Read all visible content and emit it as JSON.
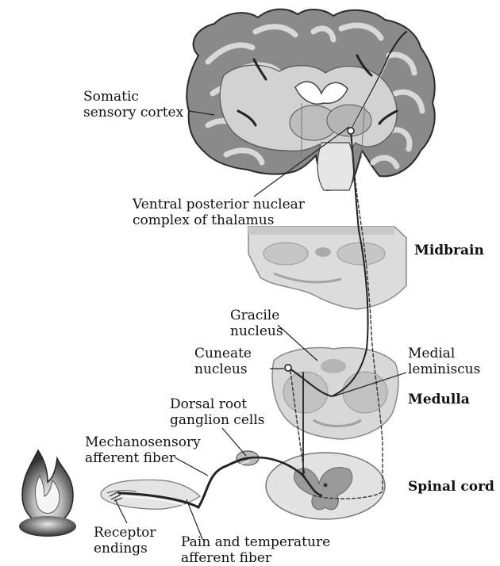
{
  "labels": {
    "somatic_cortex": [
      "Somatic",
      "sensory cortex"
    ],
    "thalamus": [
      "Ventral posterior nuclear",
      "complex of thalamus"
    ],
    "midbrain": "Midbrain",
    "gracile": [
      "Gracile",
      "nucleus"
    ],
    "cuneate": [
      "Cuneate",
      "nucleus"
    ],
    "medial_lemniscus": [
      "Medial",
      "leminiscus"
    ],
    "medulla": "Medulla",
    "dorsal_root": [
      "Dorsal root",
      "ganglion cells"
    ],
    "mechanosensory": [
      "Mechanosensory",
      "afferent fiber"
    ],
    "spinal_cord": "Spinal cord",
    "receptor": [
      "Receptor",
      "endings"
    ],
    "pain_temp": [
      "Pain and temperature",
      "afferent fiber"
    ]
  },
  "icons": {
    "flame": "flame-icon"
  }
}
